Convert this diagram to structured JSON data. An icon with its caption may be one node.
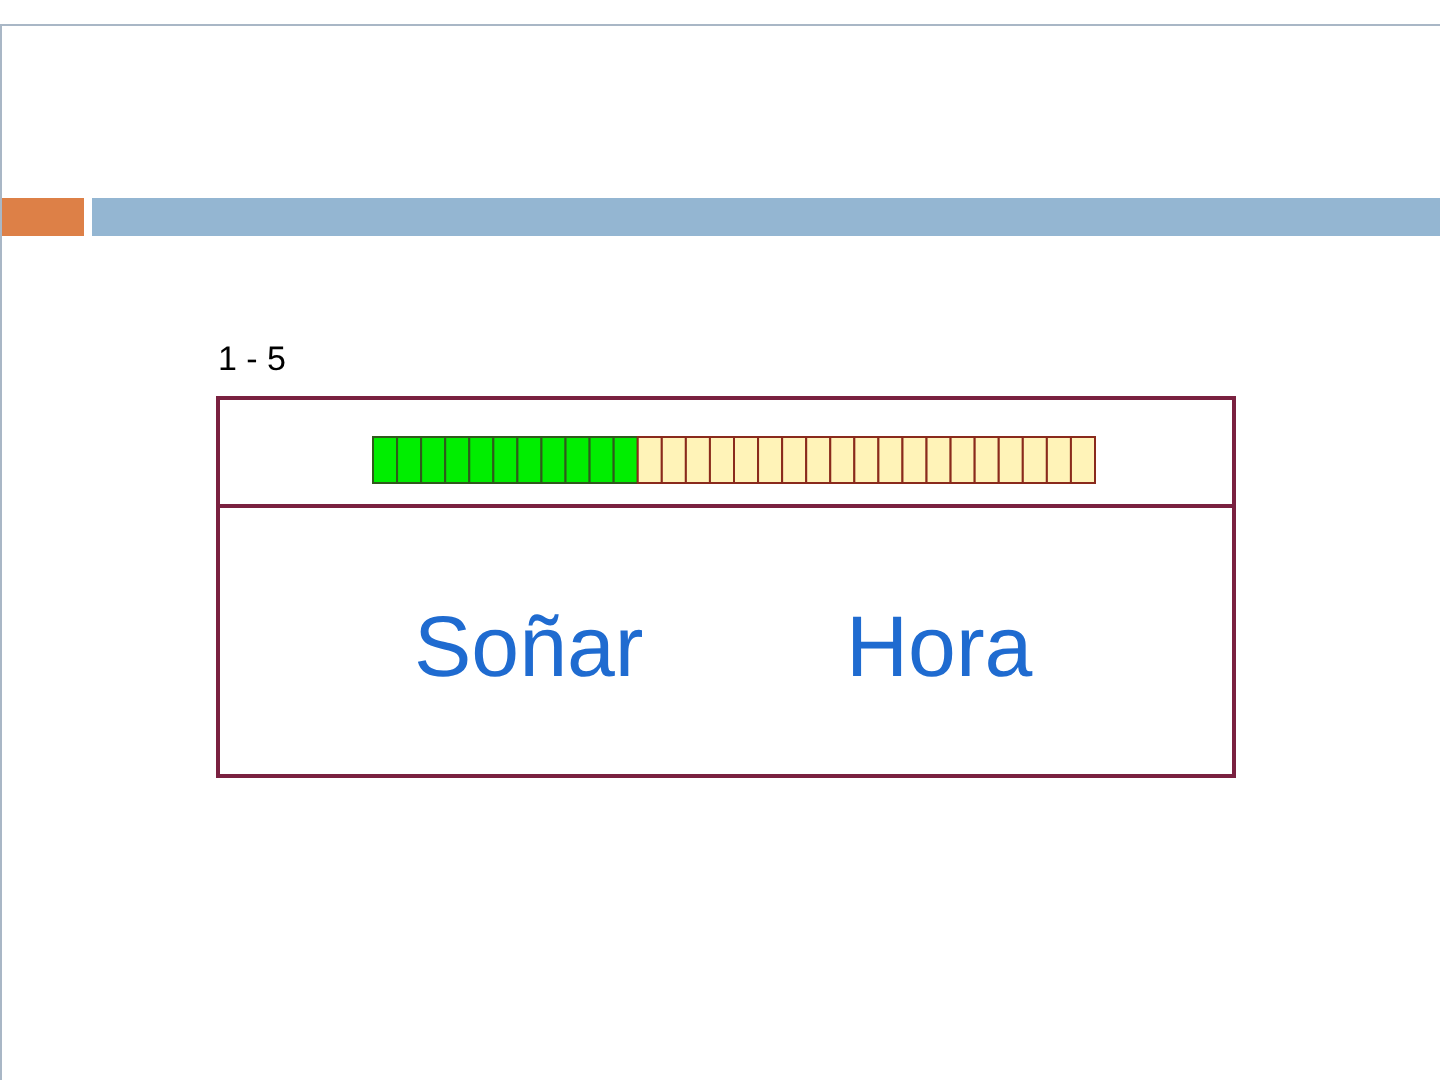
{
  "diagram": {
    "nodes": [
      {
        "text": [
          "1 - 5"
        ]
      },
      {
        "text": [],
        "shape": "bar",
        "in": 0
      },
      {
        "text": [
          "Soñar",
          "Hora"
        ],
        "in": 0
      }
    ]
  }
}
